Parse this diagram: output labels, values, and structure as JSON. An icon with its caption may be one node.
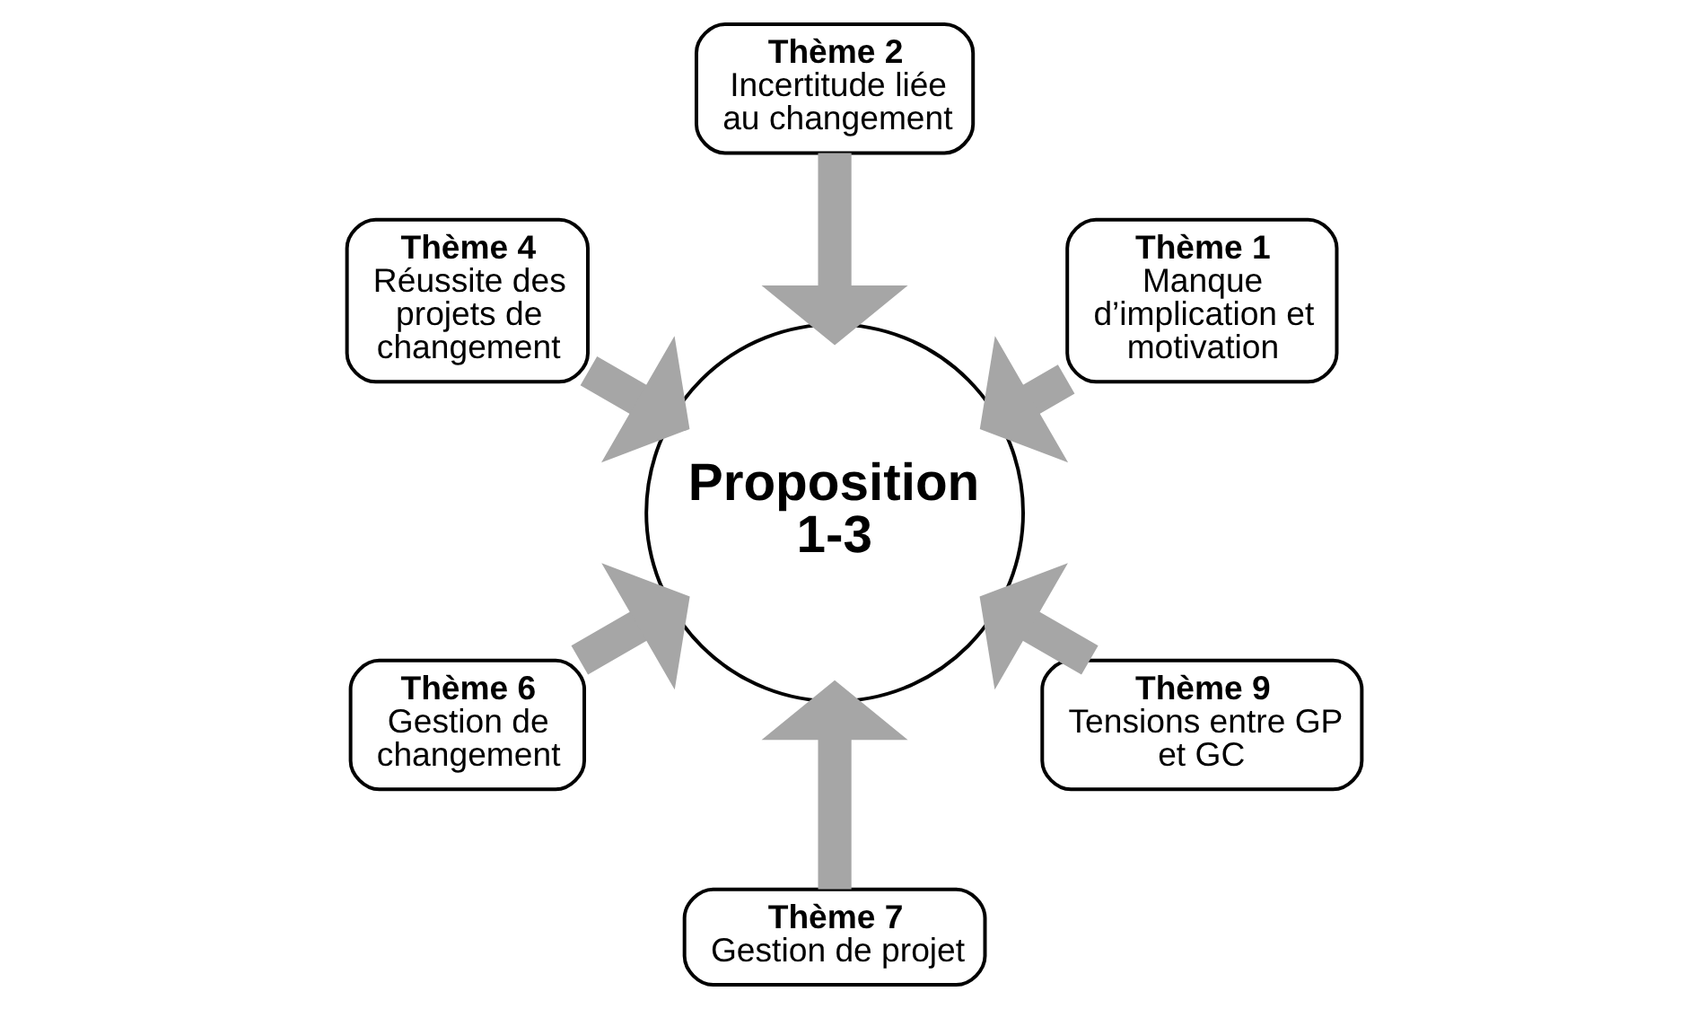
{
  "diagram": {
    "nodes": [
      {
        "text": [
          "Thème 1",
          "Manque d’implication et motivation"
        ]
      },
      {
        "text": [
          "Thème 2",
          "Incertitude liée au changement"
        ]
      },
      {
        "text": [
          "Thème 4",
          "Réussite des projets de changement"
        ]
      },
      {
        "text": [
          "Thème 6",
          "Gestion de changement"
        ]
      },
      {
        "text": [
          "Thème 7",
          "Gestion de projet"
        ]
      },
      {
        "text": [
          "Thème 9",
          "Tensions entre GP et GC"
        ]
      },
      {
        "text": [
          "Proposition 1-3"
        ]
      }
    ],
    "edges": [
      {
        "from": 0,
        "to": 6,
        "arrow": "to"
      },
      {
        "from": 1,
        "to": 6,
        "arrow": "to"
      },
      {
        "from": 2,
        "to": 6,
        "arrow": "to"
      },
      {
        "from": 3,
        "to": 6,
        "arrow": "to"
      },
      {
        "from": 4,
        "to": 6,
        "arrow": "to"
      },
      {
        "from": 5,
        "to": 6,
        "arrow": "to"
      }
    ]
  }
}
